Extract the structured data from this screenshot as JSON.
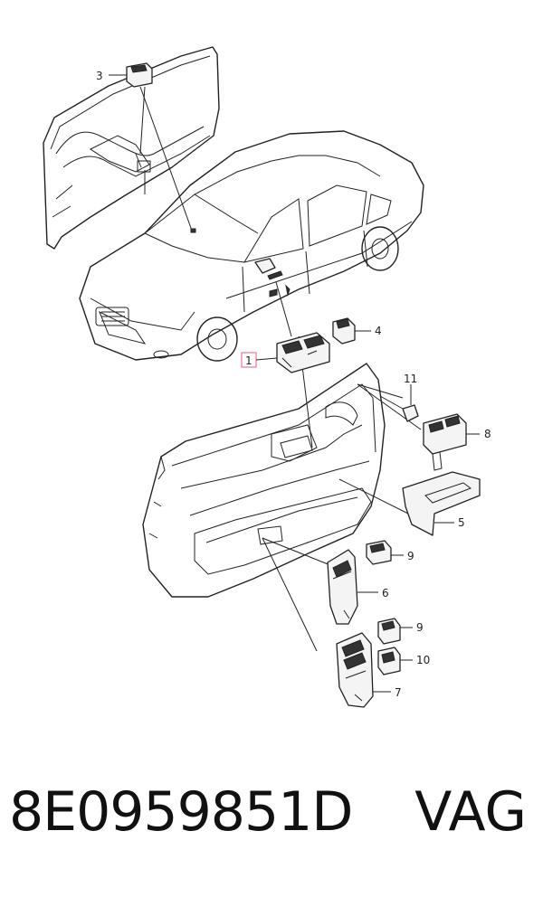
{
  "callouts": {
    "c1": "1",
    "c3": "3",
    "c4": "4",
    "c5": "5",
    "c6": "6",
    "c7": "7",
    "c8": "8",
    "c9a": "9",
    "c9b": "9",
    "c10": "10",
    "c11": "11"
  },
  "footer": {
    "part_number": "8E0959851D",
    "brand": "VAG"
  },
  "colors": {
    "line": "#222222",
    "highlight": "#e87a8c",
    "background": "#ffffff"
  }
}
